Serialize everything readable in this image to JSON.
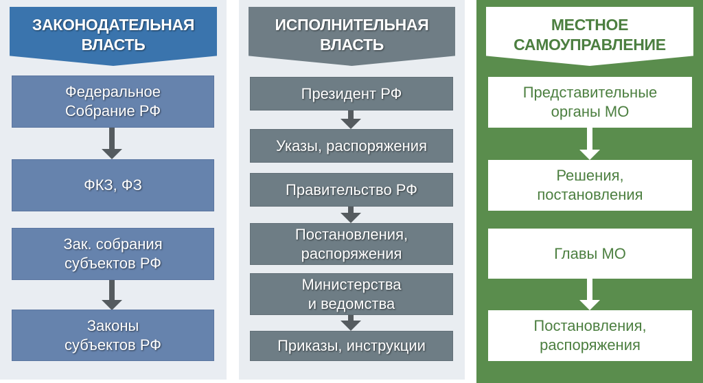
{
  "columns": {
    "legislative": {
      "header": [
        "ЗАКОНОДАТЕЛЬНАЯ",
        "ВЛАСТЬ"
      ],
      "color": "#3a74ad",
      "box_color": "#6683ad",
      "boxes": [
        {
          "lines": [
            "Федеральное",
            "Собрание РФ"
          ]
        },
        {
          "lines": [
            "ФКЗ, ФЗ"
          ]
        },
        {
          "lines": [
            "Зак. собрания",
            "субъектов РФ"
          ]
        },
        {
          "lines": [
            "Законы",
            "субъектов РФ"
          ]
        }
      ]
    },
    "executive": {
      "header": [
        "ИСПОЛНИТЕЛЬНАЯ",
        "ВЛАСТЬ"
      ],
      "color": "#6f7d85",
      "box_color": "#6e7d85",
      "boxes": [
        {
          "lines": [
            "Президент РФ"
          ]
        },
        {
          "lines": [
            "Указы, распоряжения"
          ]
        },
        {
          "lines": [
            "Правительство РФ"
          ]
        },
        {
          "lines": [
            "Постановления,",
            "распоряжения"
          ]
        },
        {
          "lines": [
            "Министерства",
            "и ведомства"
          ]
        },
        {
          "lines": [
            "Приказы, инструкции"
          ]
        }
      ]
    },
    "local": {
      "header": [
        "МЕСТНОЕ",
        "САМОУПРАВЛЕНИЕ"
      ],
      "color": "#5a8d4d",
      "text_color": "#4c7f40",
      "boxes": [
        {
          "lines": [
            "Представительные",
            "органы МО"
          ]
        },
        {
          "lines": [
            "Решения,",
            "постановления"
          ]
        },
        {
          "lines": [
            "Главы МО"
          ]
        },
        {
          "lines": [
            "Постановления,",
            "распоряжения"
          ]
        }
      ]
    }
  },
  "icons": {
    "arrow": "down-arrow"
  }
}
